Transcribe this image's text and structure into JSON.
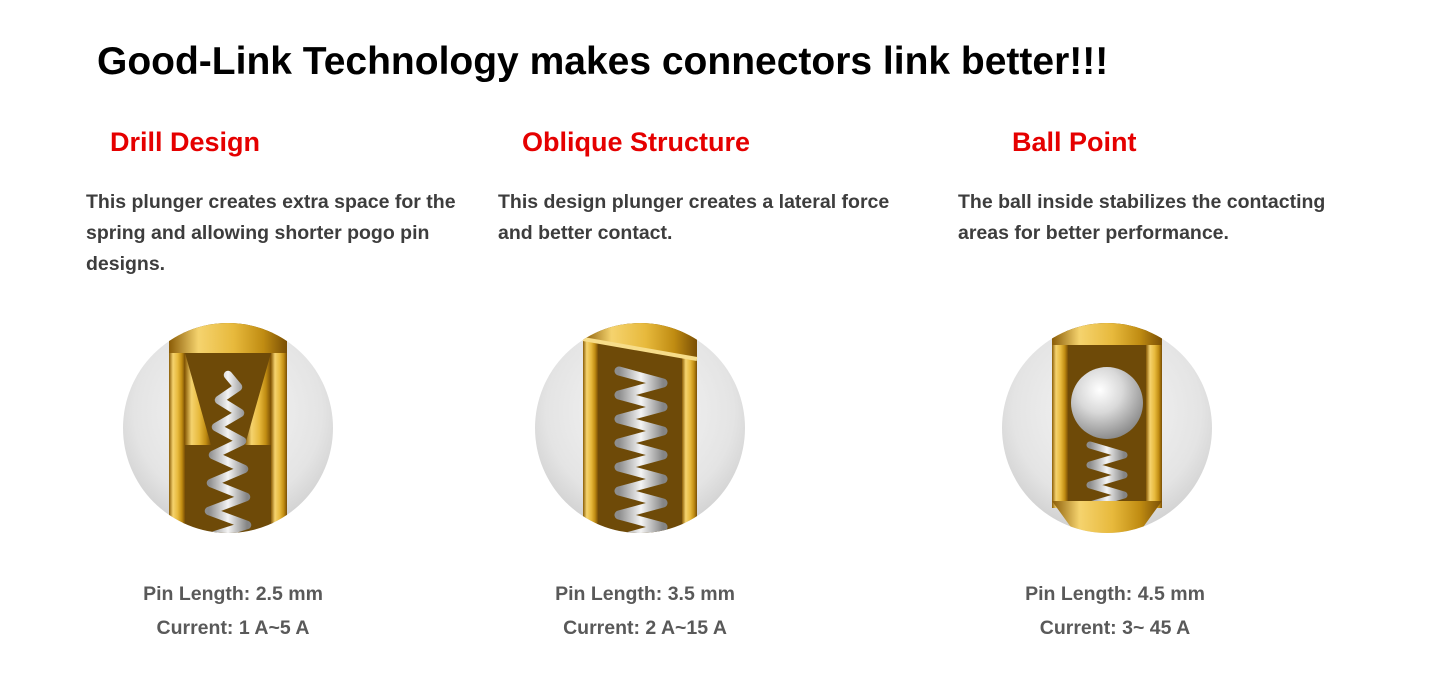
{
  "title": "Good-Link Technology makes connectors link better!!!",
  "features": [
    {
      "heading": "Drill Design",
      "description": "This plunger creates extra space for the spring and allowing shorter pogo pin designs.",
      "illustration": "drill-design-cutaway",
      "pin_length": "Pin Length: 2.5 mm",
      "current": "Current: 1 A~5 A"
    },
    {
      "heading": "Oblique Structure",
      "description": "This design plunger creates a lateral force and better contact.",
      "illustration": "oblique-structure-cutaway",
      "pin_length": "Pin Length: 3.5 mm",
      "current": "Current: 2 A~15 A"
    },
    {
      "heading": "Ball Point",
      "description": "The ball inside stabilizes the contacting areas for better performance.",
      "illustration": "ball-point-cutaway",
      "pin_length": "Pin Length: 4.5 mm",
      "current": "Current: 3~ 45 A"
    }
  ],
  "colors": {
    "heading_red": "#e50000",
    "title_black": "#000000",
    "body_text": "#3d3d3d",
    "spec_text": "#595959",
    "pin_gold": "#e7b93c",
    "spring_silver": "#c8c8c8",
    "circle_background": "#e3e3e3"
  }
}
